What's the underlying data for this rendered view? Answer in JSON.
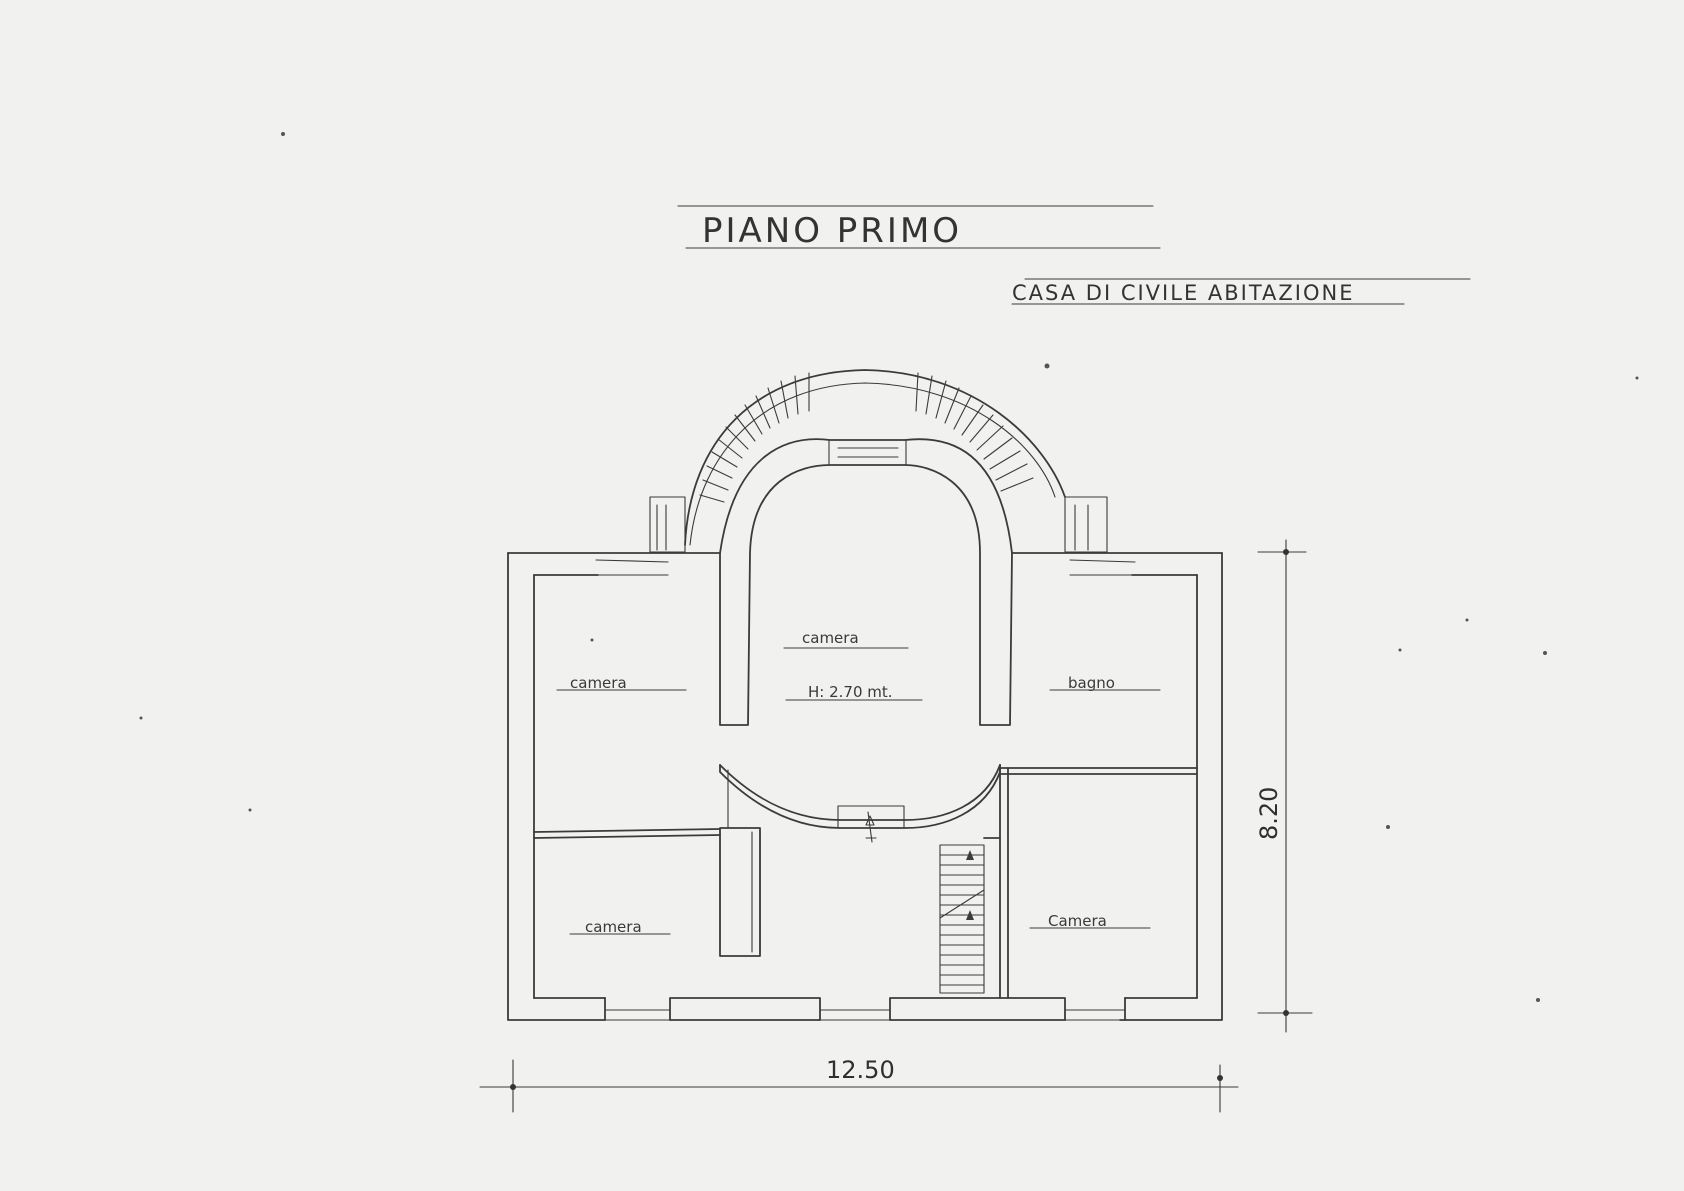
{
  "title": "PIANO PRIMO",
  "subtitle": "CASA DI CIVILE ABITAZIONE",
  "rooms": {
    "camera_top": "camera",
    "height_note": "H: 2.70 mt.",
    "camera_left": "camera",
    "bagno": "bagno",
    "camera_bottom_left": "camera",
    "camera_bottom_right": "Camera"
  },
  "dimensions": {
    "width": "12.50",
    "depth": "8.20"
  },
  "colors": {
    "paper": "#f1f1f0",
    "ink": "#3b3b3b"
  }
}
